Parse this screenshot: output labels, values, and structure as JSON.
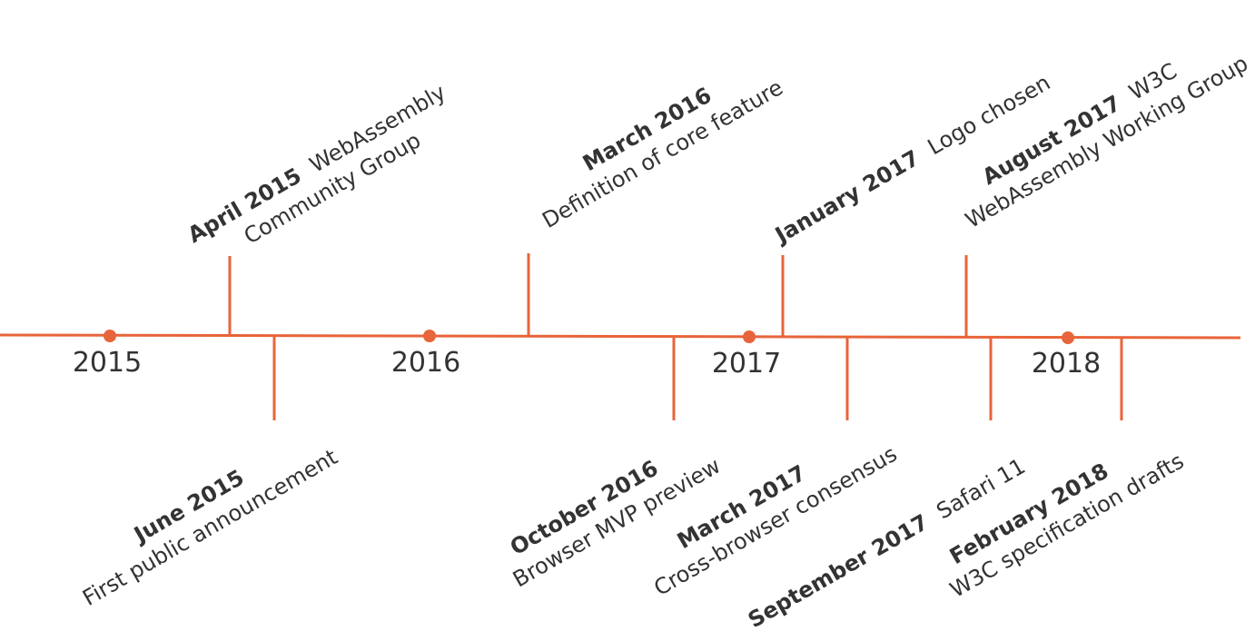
{
  "colors": {
    "accent": "#e8643a",
    "text": "#333333",
    "background": "#ffffff"
  },
  "years": [
    "2015",
    "2016",
    "2017",
    "2018"
  ],
  "events": [
    {
      "date": "April 2015",
      "inline": "WebAssembly",
      "second": "Community Group",
      "side": "above"
    },
    {
      "date": "June 2015",
      "inline": "",
      "second": "First public announcement",
      "side": "below"
    },
    {
      "date": "March 2016",
      "inline": "",
      "second": "Definition of core feature",
      "side": "above"
    },
    {
      "date": "October 2016",
      "inline": "",
      "second": "Browser MVP preview",
      "side": "below"
    },
    {
      "date": "January 2017",
      "inline": "Logo chosen",
      "second": "",
      "side": "above"
    },
    {
      "date": "March 2017",
      "inline": "",
      "second": "Cross-browser consensus",
      "side": "below"
    },
    {
      "date": "August 2017",
      "inline": "W3C",
      "second": "WebAssembly Working Group",
      "side": "above"
    },
    {
      "date": "September 2017",
      "inline": "Safari 11",
      "second": "",
      "side": "below"
    },
    {
      "date": "February 2018",
      "inline": "",
      "second": "W3C specification drafts",
      "side": "below"
    }
  ]
}
